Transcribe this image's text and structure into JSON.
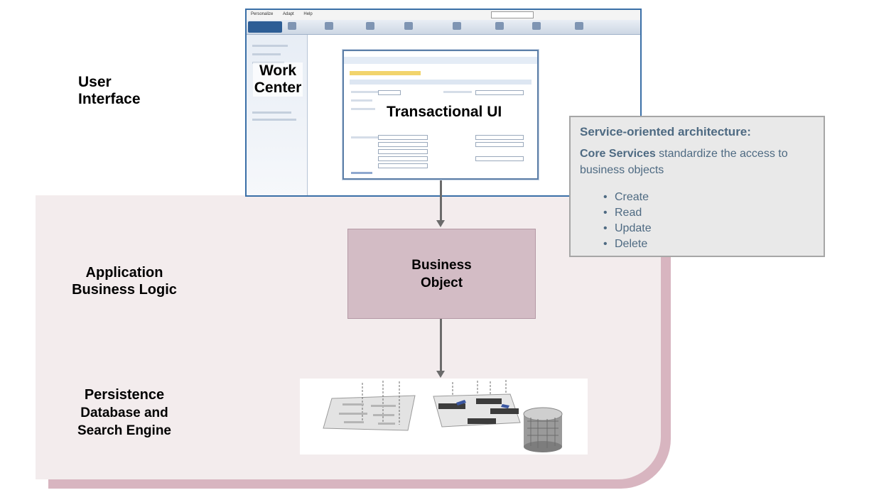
{
  "layers": {
    "ui": [
      "User",
      "Interface"
    ],
    "app": [
      "Application",
      "Business Logic"
    ],
    "persistence": [
      "Persistence",
      "Database and",
      "Search Engine"
    ]
  },
  "screenshot": {
    "menu": [
      "Personalize",
      "Adapt",
      "Help"
    ],
    "work_center": [
      "Work",
      "Center"
    ],
    "transactional_ui": "Transactional UI"
  },
  "business_object": [
    "Business",
    "Object"
  ],
  "soa": {
    "title": "Service-oriented architecture:",
    "desc_strong": "Core Services",
    "desc_rest": " standardize the access to business objects",
    "operations": [
      "Create",
      "Read",
      "Update",
      "Delete"
    ]
  },
  "colors": {
    "region": "#f3eced",
    "region_shadow": "#d8b5c0",
    "business_object": "#d3bcc5",
    "soa_text": "#4e6a82",
    "window_border": "#3a6fa7"
  }
}
